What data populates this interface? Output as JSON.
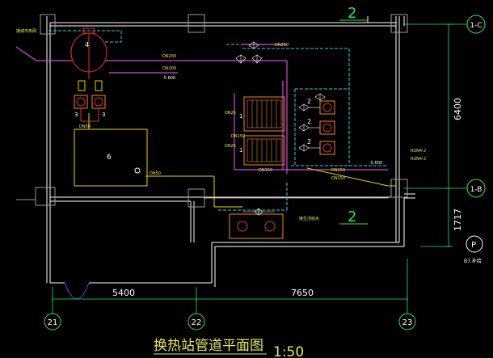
{
  "drawing": {
    "title": "换热站管道平面图",
    "scale": "1:50",
    "background": "#000000"
  },
  "dimensions": {
    "span_21_22": "5400",
    "span_22_23": "7650",
    "span_1c_1b": "6400",
    "span_below_1b": "1717"
  },
  "axes": {
    "axis_21": "21",
    "axis_22": "22",
    "axis_23": "23",
    "axis_1c": "1-C",
    "axis_1b": "1-B"
  },
  "room_marks": {
    "mark_top": "2",
    "mark_mid": "2"
  },
  "equipment": {
    "tank_no": "4",
    "box_no": "6",
    "pump_no_left": "3",
    "pump_no_right": "3",
    "exch_no_1": "1",
    "exch_no_2": "1",
    "mark_2a": "2",
    "mark_2b": "2",
    "mark_2c": "2"
  },
  "pipe_labels": {
    "dn200_a": "DN200",
    "dn200_b": "DN200",
    "dn200_c": "DN250",
    "dn150_a": "DN150",
    "dn150_b": "DN150",
    "dn150_c": "DN150",
    "dn150_d": "DN150",
    "dn50_a": "DN50",
    "dn50_b": "DN50",
    "level_a": "-5.600",
    "level_b": "-5.600",
    "note_left": "接城市热网",
    "note_right_a": "RUN4-2",
    "note_right_b": "RUN4-2",
    "note_mid": "接生活给水",
    "dn_small_1": "DN25",
    "dn_small_2": "DN25",
    "north_note": "B7 补给"
  },
  "colors": {
    "wall": "#ffffff",
    "structure": "#9a9a9a",
    "axis_green": "#2fe05a",
    "pipe_magenta": "#d24bd6",
    "pipe_cyan": "#36c7e6",
    "equip_yellow": "#e8d400",
    "equip_orange": "#f08a1a",
    "equip_red": "#e03030",
    "text_label": "#e8e85a"
  }
}
